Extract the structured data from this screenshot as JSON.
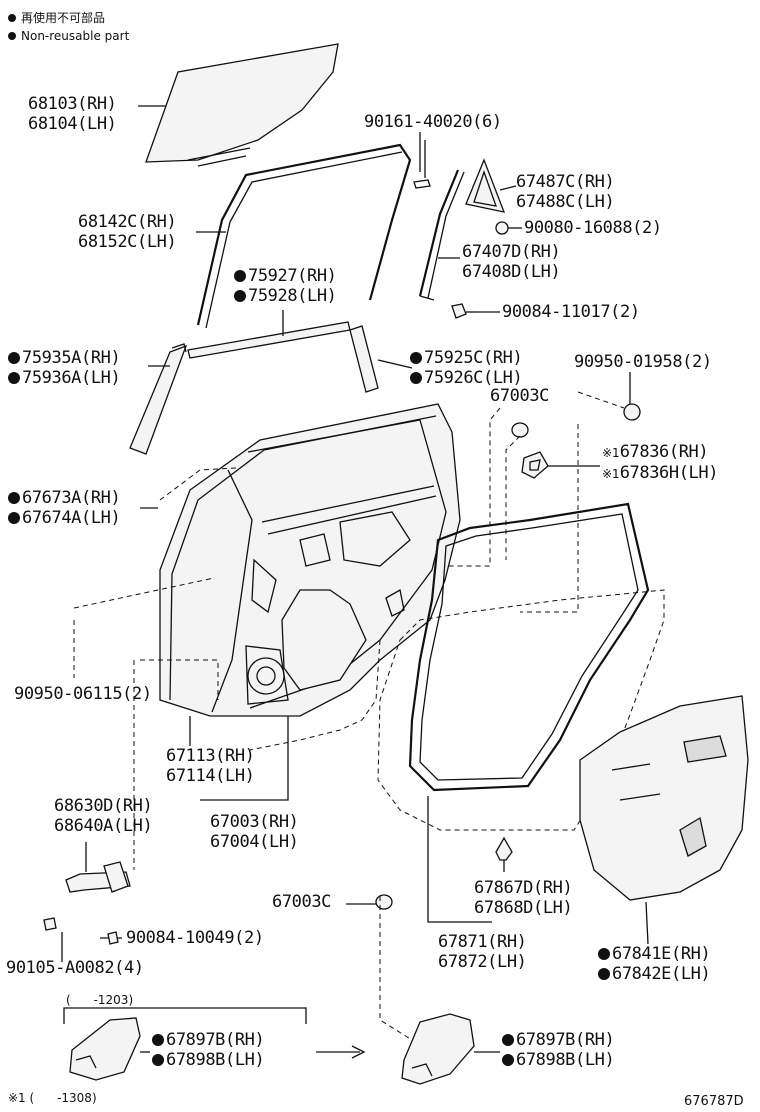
{
  "legend": {
    "jp": "再使用不可部品",
    "en": "Non-reusable part"
  },
  "labels": {
    "p68103": {
      "l1": "68103(RH)",
      "l2": "68104(LH)"
    },
    "p90161": {
      "l1": "90161-40020(6)"
    },
    "p67487": {
      "l1": "67487C(RH)",
      "l2": "67488C(LH)"
    },
    "p90080": {
      "l1": "90080-16088(2)"
    },
    "p68142": {
      "l1": "68142C(RH)",
      "l2": "68152C(LH)"
    },
    "p67407": {
      "l1": "67407D(RH)",
      "l2": "67408D(LH)"
    },
    "p75927": {
      "l1": "75927(RH)",
      "l2": "75928(LH)"
    },
    "p90084a": {
      "l1": "90084-11017(2)"
    },
    "p75935": {
      "l1": "75935A(RH)",
      "l2": "75936A(LH)"
    },
    "p75925": {
      "l1": "75925C(RH)",
      "l2": "75926C(LH)"
    },
    "p90950a": {
      "l1": "90950-01958(2)"
    },
    "p67003c1": {
      "l1": "67003C"
    },
    "p67836": {
      "l1": "67836(RH)",
      "l2": "67836H(LH)",
      "mark": "※1"
    },
    "p67673": {
      "l1": "67673A(RH)",
      "l2": "67674A(LH)"
    },
    "p90950b": {
      "l1": "90950-06115(2)"
    },
    "p67113": {
      "l1": "67113(RH)",
      "l2": "67114(LH)"
    },
    "p68630": {
      "l1": "68630D(RH)",
      "l2": "68640A(LH)"
    },
    "p67003": {
      "l1": "67003(RH)",
      "l2": "67004(LH)"
    },
    "p67867": {
      "l1": "67867D(RH)",
      "l2": "67868D(LH)"
    },
    "p67003c2": {
      "l1": "67003C"
    },
    "p90084b": {
      "l1": "90084-10049(2)"
    },
    "p67871": {
      "l1": "67871(RH)",
      "l2": "67872(LH)"
    },
    "p67841": {
      "l1": "67841E(RH)",
      "l2": "67842E(LH)"
    },
    "p90105": {
      "l1": "90105-A0082(4)"
    },
    "p67897a": {
      "l1": "67897B(RH)",
      "l2": "67898B(LH)"
    },
    "p67897b": {
      "l1": "67897B(RH)",
      "l2": "67898B(LH)"
    }
  },
  "range_note": "(      -1203)",
  "footnote": "※1 (      -1308)",
  "figure_number": "676787D",
  "colors": {
    "line": "#111111",
    "background": "#ffffff"
  }
}
